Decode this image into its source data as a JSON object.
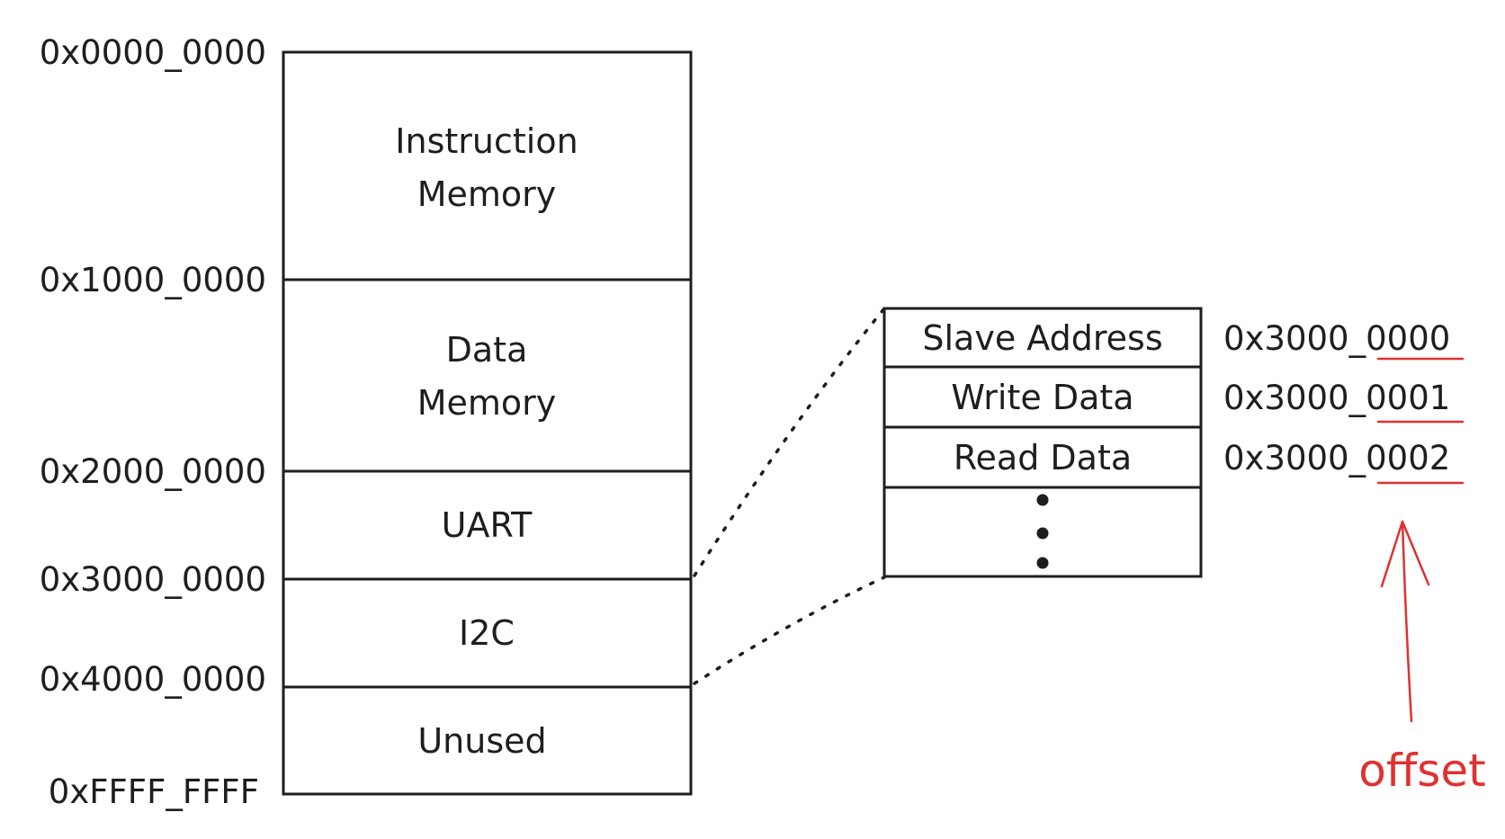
{
  "memory_map": {
    "regions": [
      {
        "name": "Instruction",
        "name2": "Memory"
      },
      {
        "name": "Data",
        "name2": "Memory"
      },
      {
        "name": "UART"
      },
      {
        "name": "I2C"
      },
      {
        "name": "Unused"
      }
    ],
    "addresses": [
      "0x0000_0000",
      "0x1000_0000",
      "0x2000_0000",
      "0x3000_0000",
      "0x4000_0000",
      "0xFFFF_FFFF"
    ]
  },
  "register_map": {
    "registers": [
      {
        "name": "Slave Address",
        "addr_base": "0x3000_",
        "addr_offset": "0000"
      },
      {
        "name": "Write Data",
        "addr_base": "0x3000_",
        "addr_offset": "0001"
      },
      {
        "name": "Read Data",
        "addr_base": "0x3000_",
        "addr_offset": "0002"
      }
    ],
    "ellipsis_icon": "vertical-ellipsis-icon"
  },
  "annotation": {
    "label": "offset",
    "color": "#e03131",
    "arrow_icon": "arrow-up-icon"
  }
}
